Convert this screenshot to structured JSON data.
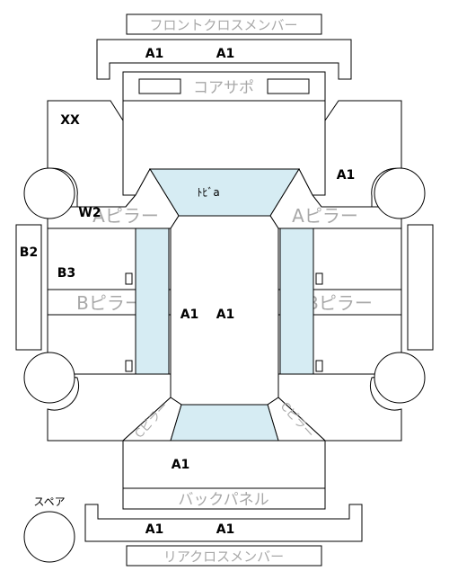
{
  "labels": {
    "front_cross_member": "フロントクロスメンバー",
    "core_support": "コアサポ",
    "roof": "ﾄﾋﾞa",
    "a_pillar_left": "Aピラー",
    "a_pillar_right": "Aピラー",
    "b_pillar_left": "Bピラー",
    "b_pillar_right": "Bピラー",
    "c_pillar_left": "Cピラー",
    "c_pillar_right": "Cピラー",
    "back_panel": "バックパネル",
    "rear_cross_member": "リアクロスメンバー",
    "spare": "スペア"
  },
  "codes": {
    "front_cross_left": "A1",
    "front_cross_right": "A1",
    "left_apron": "XX",
    "right_apron": "A1",
    "w2": "W2",
    "b2": "B2",
    "b3": "B3",
    "center_left": "A1",
    "center_right": "A1",
    "trunk": "A1",
    "rear_cross_left": "A1",
    "rear_cross_right": "A1"
  },
  "colors": {
    "glass": "#d6ecf3",
    "outline": "#000000",
    "gray_text": "#a8a8a8"
  }
}
